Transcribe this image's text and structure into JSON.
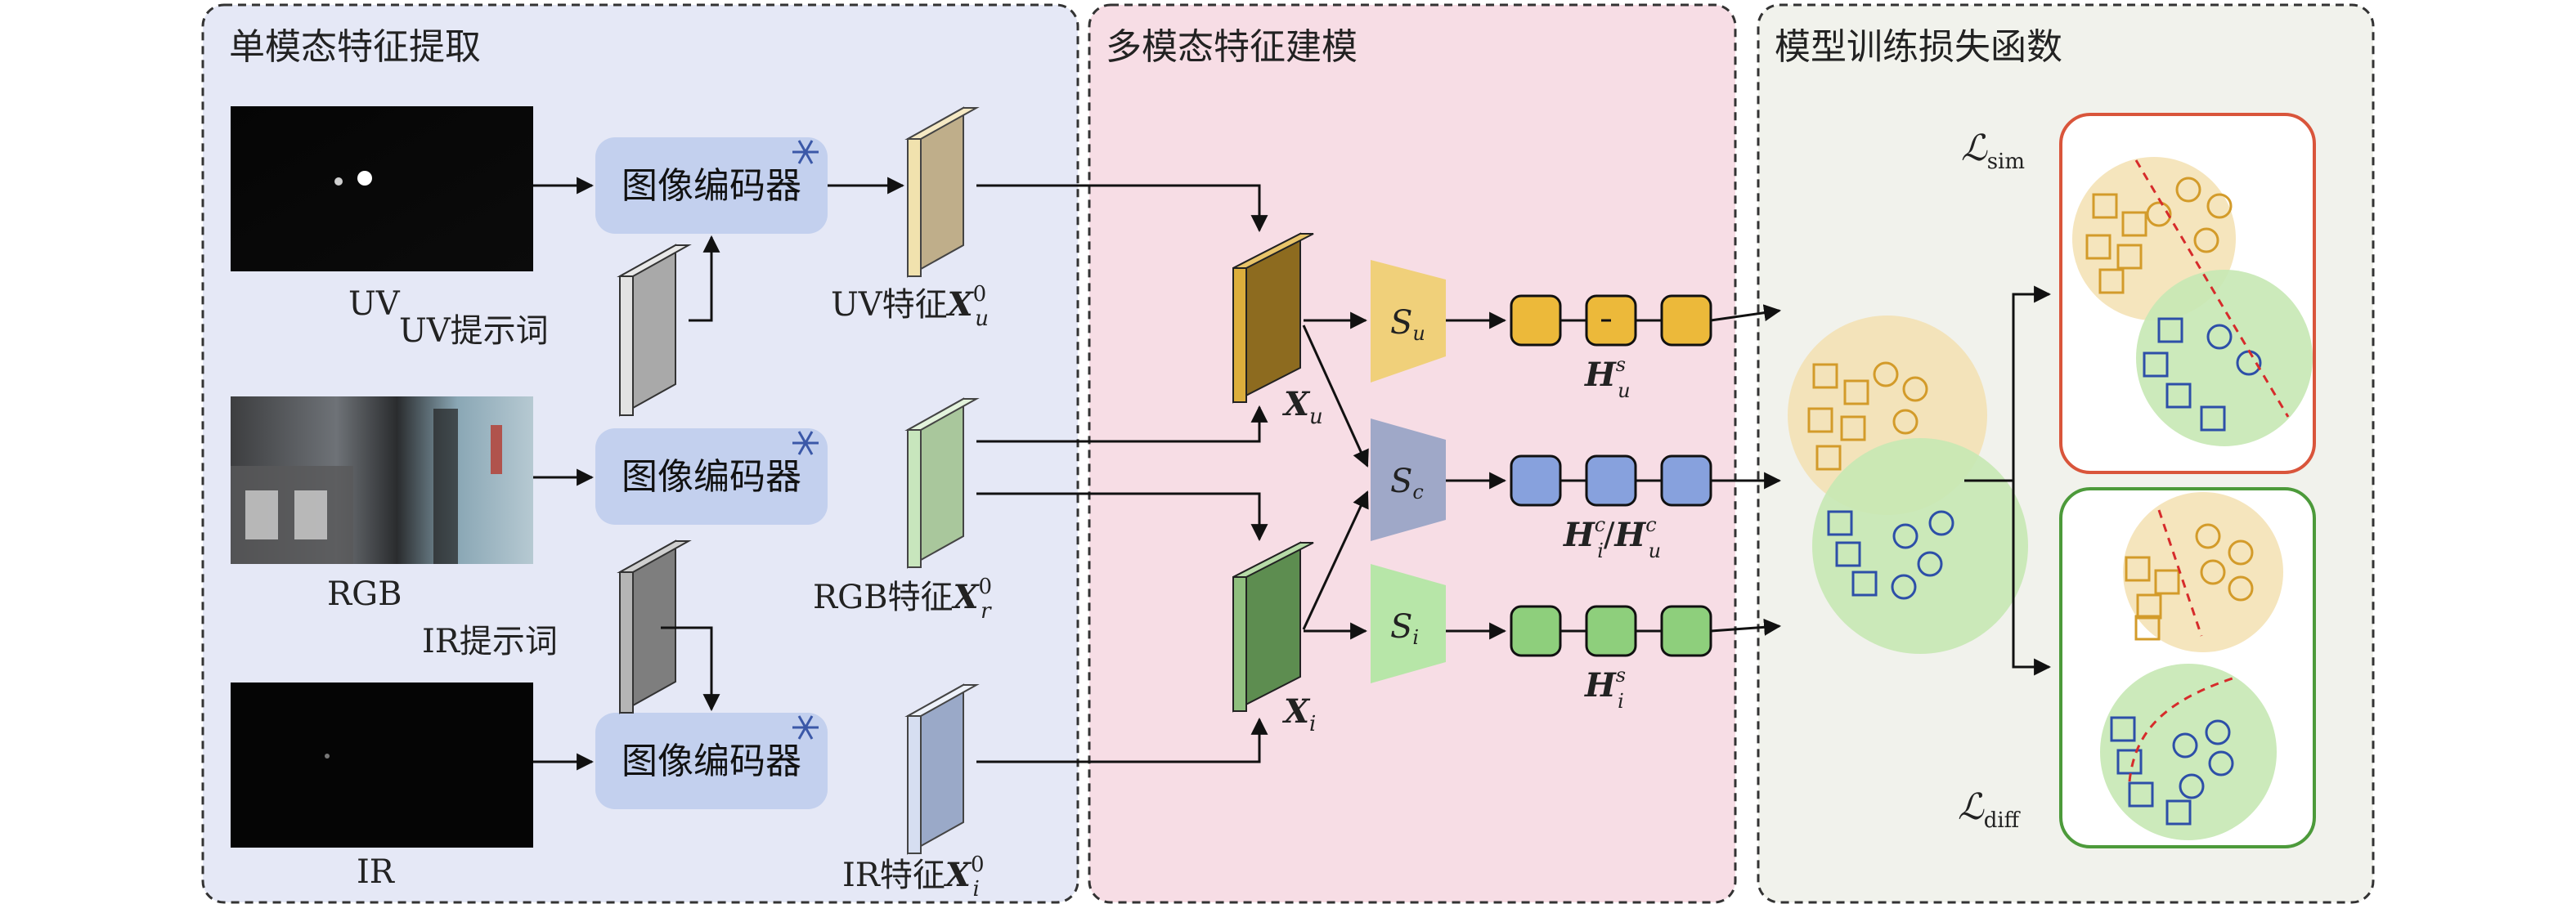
{
  "sections": {
    "single_modal": "单模态特征提取",
    "multi_modal": "多模态特征建模",
    "loss": "模型训练损失函数"
  },
  "inputs": {
    "uv": "UV",
    "rgb": "RGB",
    "ir": "IR"
  },
  "prompts": {
    "uv": "UV提示词",
    "ir": "IR提示词"
  },
  "encoder_label": "图像编码器",
  "features": {
    "uv_prefix": "UV特征",
    "rgb_prefix": "RGB特征",
    "ir_prefix": "IR特征",
    "symbol": "X",
    "superscript": "0",
    "sub_u": "u",
    "sub_r": "r",
    "sub_i": "i"
  },
  "fused": {
    "symbol": "X",
    "sub_u": "u",
    "sub_i": "i"
  },
  "experts": {
    "symbol": "S",
    "sub_u": "u",
    "sub_c": "c",
    "sub_i": "i"
  },
  "outputs": {
    "symbol": "H",
    "sup_s": "s",
    "sup_c": "c",
    "sub_u": "u",
    "sub_i": "i",
    "slash": "/"
  },
  "losses": {
    "script_l": "ℒ",
    "sim": "sim",
    "diff": "diff"
  },
  "colors": {
    "panel1_bg": "#e5e8f6",
    "panel2_bg": "#f7dde5",
    "panel3_bg": "#f1f2ec",
    "uv_feature": "#f1e2ae",
    "rgb_feature": "#c8e6bd",
    "ir_feature": "#d6def1",
    "fused_uv": "#dcae3c",
    "fused_ir": "#8fbf7e",
    "node_yellow": "#ecb93a",
    "node_blue": "#87a1dd",
    "node_green": "#8ecf7c",
    "sim_border": "#d9553b",
    "diff_border": "#4c9a3a",
    "dash_red": "#d62b2b"
  }
}
